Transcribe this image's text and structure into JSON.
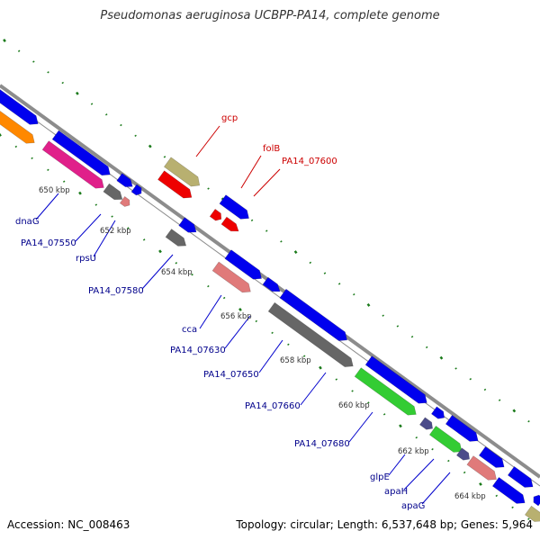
{
  "title": "Pseudomonas aeruginosa UCBPP-PA14, complete genome",
  "footer": {
    "accession": "Accession: NC_008463",
    "summary": "Topology: circular; Length: 6,537,648 bp; Genes: 5,964"
  },
  "colors": {
    "backbone": "#8c8c8c",
    "cds": "#0000ee",
    "cds_dark": "#00008b",
    "label_blue": "#00008b",
    "label_red": "#cc0000",
    "tick": "#1a7a1a",
    "gray": "#666666",
    "pink": "#e07a7a",
    "magenta": "#e0208a",
    "orange": "#ff8800",
    "khaki": "#b8b070",
    "red": "#ee0000",
    "green": "#33cc33",
    "slate": "#4b4b8a"
  },
  "kbp_labels": [
    "650 kbp",
    "652 kbp",
    "654 kbp",
    "656 kbp",
    "658 kbp",
    "660 kbp",
    "662 kbp",
    "664 kbp"
  ],
  "gene_labels_blue": [
    "dnaG",
    "PA14_07550",
    "rpsU",
    "PA14_07580",
    "cca",
    "PA14_07630",
    "PA14_07650",
    "PA14_07660",
    "PA14_07680",
    "glpE",
    "apaH",
    "apaG"
  ],
  "gene_labels_red": [
    "gcp",
    "folB",
    "PA14_07600"
  ]
}
